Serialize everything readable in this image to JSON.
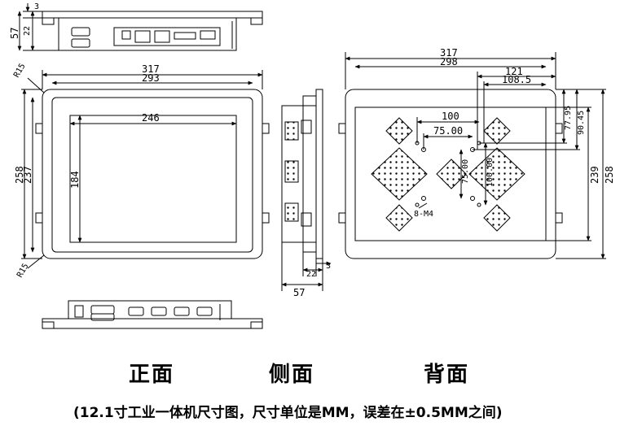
{
  "view_labels": {
    "front": "正面",
    "side": "侧面",
    "back": "背面"
  },
  "caption": "(12.1寸工业一体机尺寸图，尺寸单位是MM，误差在±0.5MM之间)",
  "dimensions": {
    "top_view": {
      "h3": "3",
      "h22": "22",
      "h57": "57"
    },
    "front": {
      "w317": "317",
      "w293": "293",
      "w246": "246",
      "h258": "258",
      "h237": "237",
      "h184": "184",
      "r_top": "R15",
      "r_bottom": "R15"
    },
    "side": {
      "w22": "22",
      "w3": "3",
      "w57": "57"
    },
    "back": {
      "w317": "317",
      "w298": "298",
      "w121": "121",
      "w108_5": "108.5",
      "w100": "100",
      "w75": "75.00",
      "v75": "75.00",
      "v100": "100.00",
      "h77_95": "77.95",
      "h90_45": "90.45",
      "h239": "239",
      "h258": "258",
      "screw": "8-M4"
    }
  }
}
